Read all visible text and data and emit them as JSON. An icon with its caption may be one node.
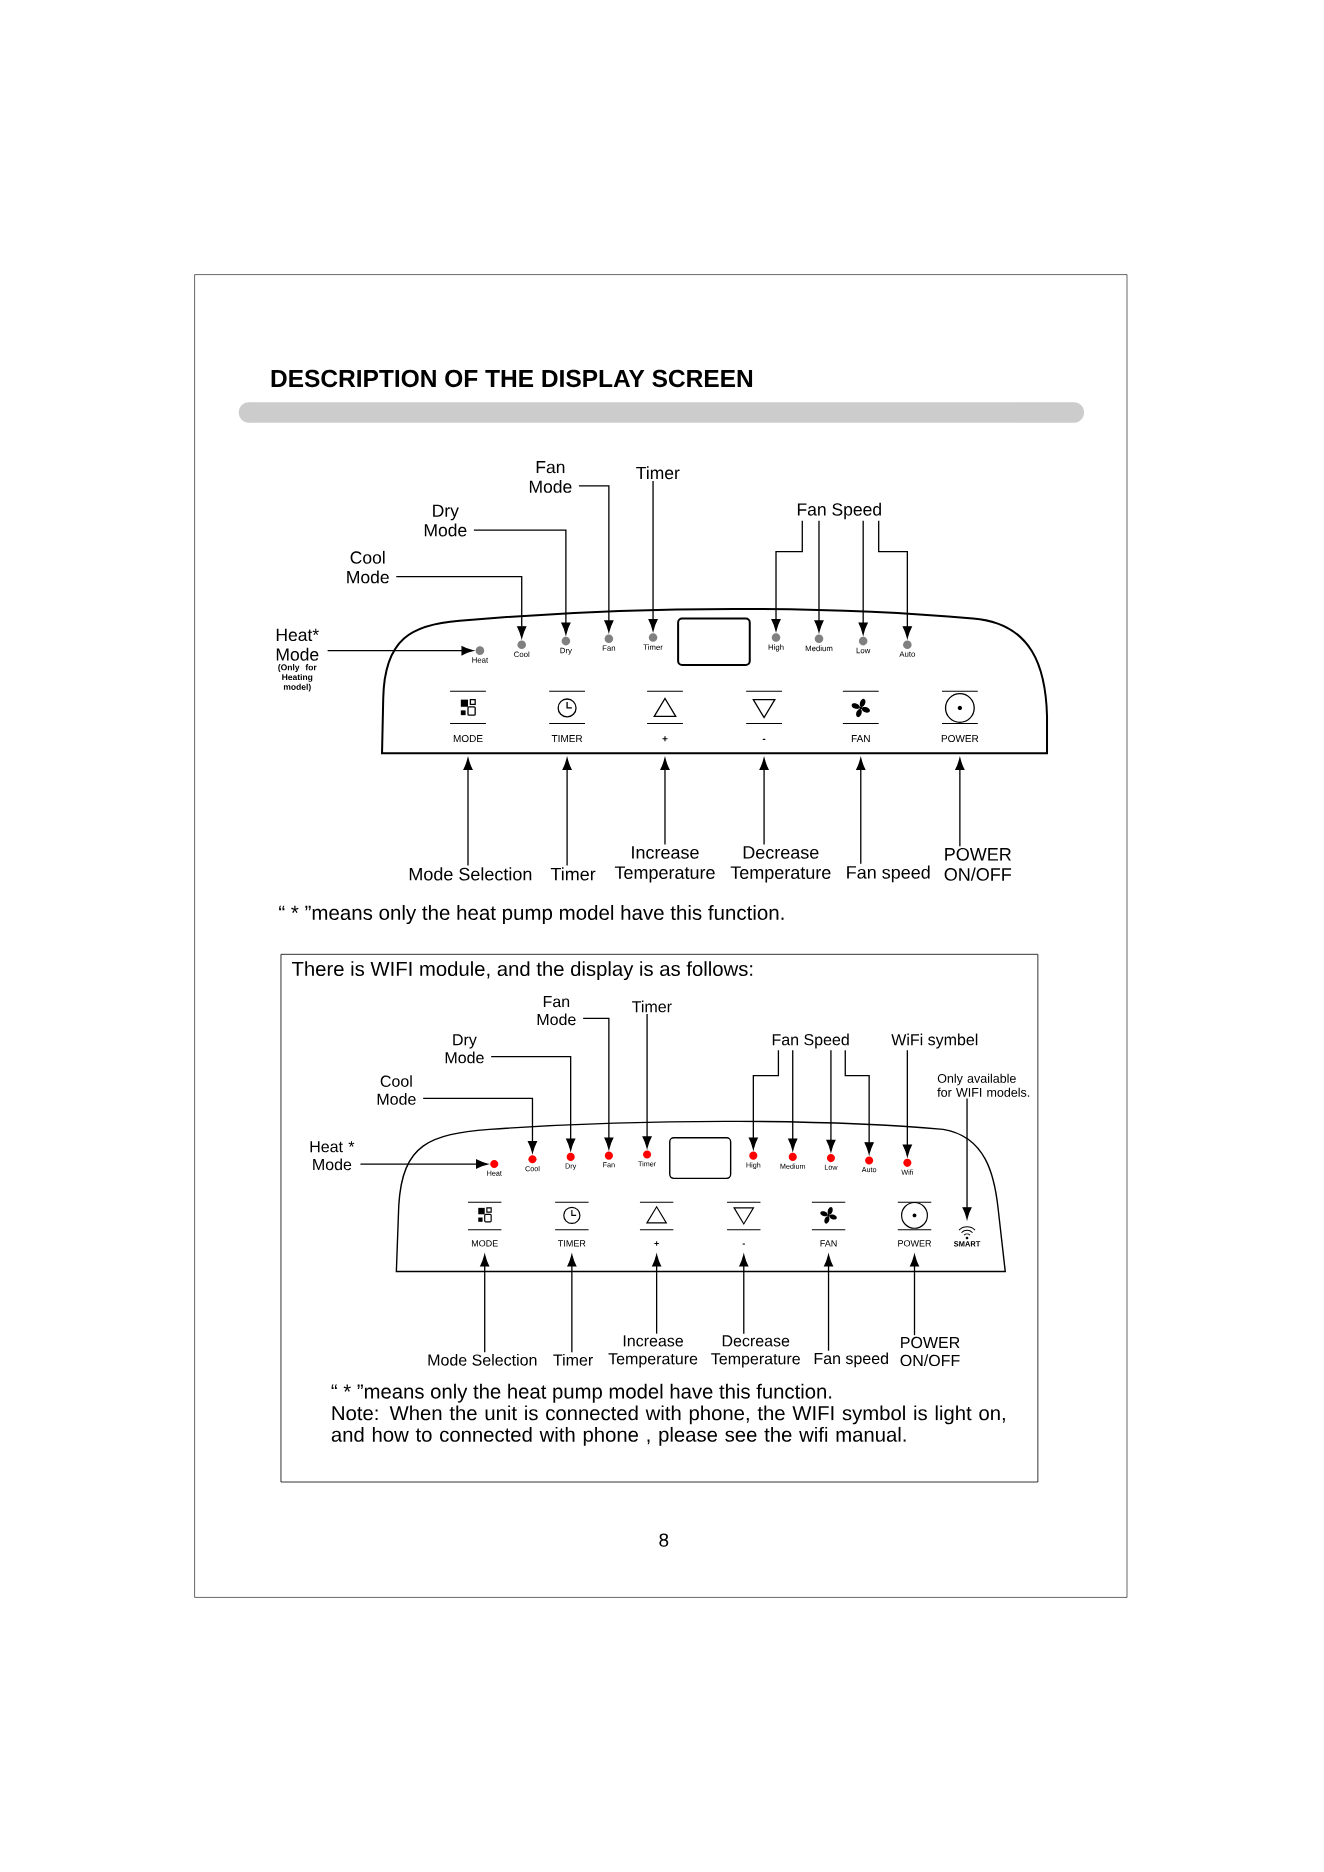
{
  "diagram": {
    "title": "DESCRIPTION OF THE DISPLAY SCREEN",
    "nodes": [
      {
        "text": [
          "Fan Mode"
        ]
      },
      {
        "text": [
          "Timer"
        ]
      },
      {
        "text": [
          "Dry Mode"
        ]
      },
      {
        "text": [
          "Cool Mode"
        ]
      },
      {
        "text": [
          "Fan Speed"
        ]
      },
      {
        "text": [
          "Heat* Mode",
          "(Only for Heating model)"
        ]
      },
      {
        "text": [],
        "shape": "circle",
        "beside": [
          "Heat"
        ]
      },
      {
        "text": [],
        "shape": "circle",
        "beside": [
          "Cool"
        ]
      },
      {
        "text": [],
        "shape": "circle",
        "beside": [
          "Dry"
        ]
      },
      {
        "text": [],
        "shape": "circle",
        "beside": [
          "Fan"
        ]
      },
      {
        "text": [],
        "shape": "circle",
        "beside": [
          "Timer"
        ]
      },
      {
        "text": [],
        "shape": "circle",
        "beside": [
          "High"
        ]
      },
      {
        "text": [],
        "shape": "circle",
        "beside": [
          "Medium"
        ]
      },
      {
        "text": [],
        "shape": "circle",
        "beside": [
          "Low"
        ]
      },
      {
        "text": [],
        "shape": "circle",
        "beside": [
          "Auto"
        ]
      },
      {
        "text": [
          "MODE"
        ]
      },
      {
        "text": [
          "TIMER"
        ]
      },
      {
        "text": [
          "+"
        ]
      },
      {
        "text": [
          "-"
        ]
      },
      {
        "text": [
          "FAN"
        ]
      },
      {
        "text": [
          "POWER"
        ]
      },
      {
        "text": [
          "Mode Selection"
        ]
      },
      {
        "text": [
          "Timer"
        ]
      },
      {
        "text": [
          "Increase Temperature"
        ]
      },
      {
        "text": [
          "Decrease Temperature"
        ]
      },
      {
        "text": [
          "Fan speed"
        ]
      },
      {
        "text": [
          "POWER ON/OFF"
        ]
      },
      {
        "text": [
          "There is WIFI module, and the display is as follows:",
          "“ * ”means only the heat pump model have this function.",
          "Note: When the unit is connected with phone, the WIFI symbol is light on, and how to connected with phone , please see the wifi manual."
        ]
      },
      {
        "text": [
          "Fan Mode"
        ],
        "in": 27
      },
      {
        "text": [
          "Timer"
        ],
        "in": 27
      },
      {
        "text": [
          "Dry Mode"
        ],
        "in": 27
      },
      {
        "text": [
          "Cool Mode"
        ],
        "in": 27
      },
      {
        "text": [
          "Fan Speed"
        ],
        "in": 27
      },
      {
        "text": [
          "WiFi symbel"
        ],
        "in": 27
      },
      {
        "text": [
          "Only available for WIFI models."
        ],
        "in": 27
      },
      {
        "text": [
          "Heat * Mode"
        ],
        "in": 27
      },
      {
        "text": [],
        "shape": "circle",
        "beside": [
          "Heat"
        ],
        "in": 27
      },
      {
        "text": [],
        "shape": "circle",
        "beside": [
          "Cool"
        ],
        "in": 27
      },
      {
        "text": [],
        "shape": "circle",
        "beside": [
          "Dry"
        ],
        "in": 27
      },
      {
        "text": [],
        "shape": "circle",
        "beside": [
          "Fan"
        ],
        "in": 27
      },
      {
        "text": [],
        "shape": "circle",
        "beside": [
          "Timer"
        ],
        "in": 27
      },
      {
        "text": [],
        "shape": "circle",
        "beside": [
          "High"
        ],
        "in": 27
      },
      {
        "text": [],
        "shape": "circle",
        "beside": [
          "Medium"
        ],
        "in": 27
      },
      {
        "text": [],
        "shape": "circle",
        "beside": [
          "Low"
        ],
        "in": 27
      },
      {
        "text": [],
        "shape": "circle",
        "beside": [
          "Auto"
        ],
        "in": 27
      },
      {
        "text": [],
        "shape": "circle",
        "beside": [
          "Wifi"
        ],
        "in": 27
      },
      {
        "text": [
          "MODE"
        ],
        "in": 27
      },
      {
        "text": [
          "TIMER"
        ],
        "in": 27
      },
      {
        "text": [
          "+"
        ],
        "in": 27
      },
      {
        "text": [
          "-"
        ],
        "in": 27
      },
      {
        "text": [
          "FAN"
        ],
        "in": 27
      },
      {
        "text": [
          "POWER"
        ],
        "in": 27
      },
      {
        "text": [
          "SMART"
        ],
        "in": 27
      },
      {
        "text": [
          "Mode Selection"
        ],
        "in": 27
      },
      {
        "text": [
          "Timer"
        ],
        "in": 27
      },
      {
        "text": [
          "Increase Temperature"
        ],
        "in": 27
      },
      {
        "text": [
          "Decrease Temperature"
        ],
        "in": 27
      },
      {
        "text": [
          "Fan speed"
        ],
        "in": 27
      },
      {
        "text": [
          "POWER ON/OFF"
        ],
        "in": 27
      }
    ],
    "edges": [
      {
        "from": 5,
        "to": 6,
        "arrow": "to"
      },
      {
        "from": 3,
        "to": 7,
        "arrow": "to"
      },
      {
        "from": 2,
        "to": 8,
        "arrow": "to"
      },
      {
        "from": 0,
        "to": 9,
        "arrow": "to"
      },
      {
        "from": 1,
        "to": 10,
        "arrow": "to"
      },
      {
        "from": 4,
        "to": 11,
        "arrow": "to"
      },
      {
        "from": 4,
        "to": 12,
        "arrow": "to"
      },
      {
        "from": 4,
        "to": 13,
        "arrow": "to"
      },
      {
        "from": 4,
        "to": 14,
        "arrow": "to"
      },
      {
        "from": 21,
        "to": 15,
        "arrow": "to"
      },
      {
        "from": 22,
        "to": 16,
        "arrow": "to"
      },
      {
        "from": 23,
        "to": 17,
        "arrow": "to"
      },
      {
        "from": 24,
        "to": 18,
        "arrow": "to"
      },
      {
        "from": 25,
        "to": 19,
        "arrow": "to"
      },
      {
        "from": 26,
        "to": 20,
        "arrow": "to"
      },
      {
        "from": 35,
        "to": 36,
        "arrow": "to"
      },
      {
        "from": 31,
        "to": 37,
        "arrow": "to"
      },
      {
        "from": 30,
        "to": 38,
        "arrow": "to"
      },
      {
        "from": 28,
        "to": 39,
        "arrow": "to"
      },
      {
        "from": 29,
        "to": 40,
        "arrow": "to"
      },
      {
        "from": 32,
        "to": 41,
        "arrow": "to"
      },
      {
        "from": 32,
        "to": 42,
        "arrow": "to"
      },
      {
        "from": 32,
        "to": 43,
        "arrow": "to"
      },
      {
        "from": 32,
        "to": 44,
        "arrow": "to"
      },
      {
        "from": 33,
        "to": 45,
        "arrow": "to"
      },
      {
        "from": 34,
        "to": 52,
        "arrow": "to"
      },
      {
        "from": 53,
        "to": 46,
        "arrow": "to"
      },
      {
        "from": 54,
        "to": 47,
        "arrow": "to"
      },
      {
        "from": 55,
        "to": 48,
        "arrow": "to"
      },
      {
        "from": 56,
        "to": 49,
        "arrow": "to"
      },
      {
        "from": 57,
        "to": 50,
        "arrow": "to"
      },
      {
        "from": 58,
        "to": 51,
        "arrow": "to"
      }
    ],
    "labels": [
      "“ * ”means only the heat pump model have this function.",
      "8"
    ]
  }
}
